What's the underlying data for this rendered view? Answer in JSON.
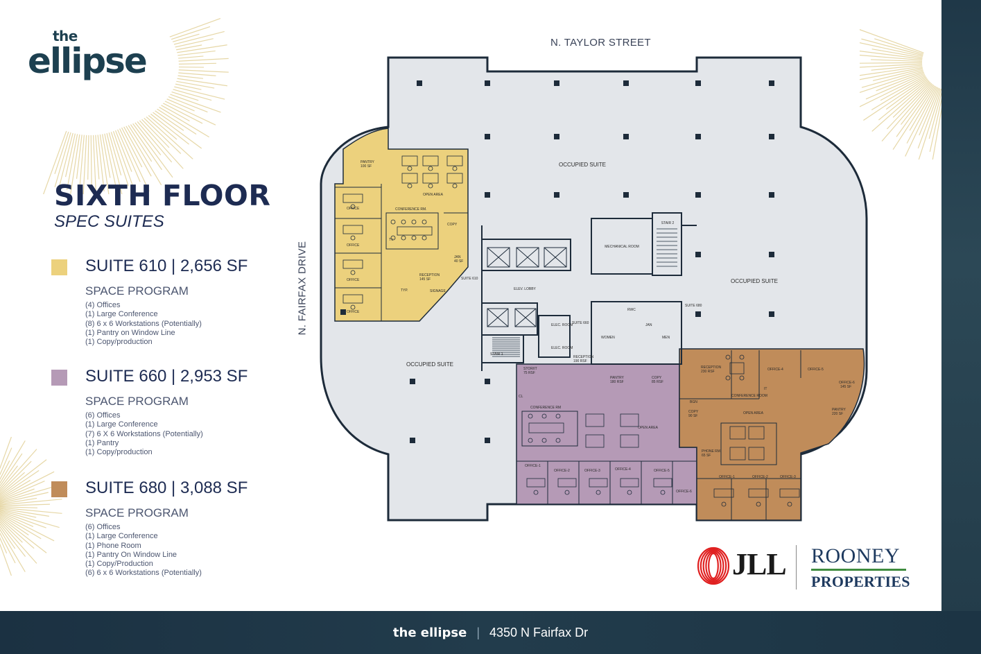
{
  "brand": {
    "logo_small": "the",
    "logo_main": "ellipse",
    "accent_color": "#1d4050",
    "sunburst_color": "#e6d7a6"
  },
  "heading": {
    "title": "SIXTH FLOOR",
    "subtitle": "SPEC SUITES"
  },
  "suites": [
    {
      "title": "SUITE 610 | 2,656 SF",
      "color": "#ecd17d",
      "program_heading": "SPACE PROGRAM",
      "program": [
        "(4) Offices",
        "(1) Large Conference",
        "(8) 6 x 6 Workstations (Potentially)",
        "(1) Pantry on Window Line",
        "(1) Copy/production"
      ]
    },
    {
      "title": "SUITE 660 | 2,953 SF",
      "color": "#b59ab6",
      "program_heading": "SPACE PROGRAM",
      "program": [
        "(6) Offices",
        "(1) Large Conference",
        "(7) 6 X 6 Workstations (Potentially)",
        "(1) Pantry",
        "(1) Copy/production"
      ]
    },
    {
      "title": "SUITE 680 | 3,088 SF",
      "color": "#c08c5a",
      "program_heading": "SPACE PROGRAM",
      "program": [
        "(6) Offices",
        "(1) Large Conference",
        "(1) Phone Room",
        "(1) Pantry On Window Line",
        "(1) Copy/Production",
        "(6) 6 x 6 Workstations (Potentially)"
      ]
    }
  ],
  "streets": {
    "top": "N. TAYLOR STREET",
    "side": "N. FAIRFAX DRIVE"
  },
  "plan": {
    "labels": {
      "occupied_suite": "OCCUPIED SUITE",
      "elev_lobby": "ELEV. LOBBY",
      "mechanical_room": "MECHANICAL ROOM",
      "stair_1": "STAIR 1",
      "stair_2": "STAIR 2",
      "elec_room": "ELEC. ROOM",
      "women": "WOMEN",
      "men": "MEN",
      "jan": "JAN",
      "rwc": "RWC",
      "suite_610_door": "SUITE 610",
      "suite_660_door": "SUITE 660",
      "suite_680_door": "SUITE 680",
      "pantry_610": "PANTRY",
      "pantry_610_sf": "100 SF",
      "open_area": "OPEN AREA",
      "conference_rm": "CONFERENCE RM.",
      "copy": "COPY",
      "jan_610": "JAN",
      "jan_610_sf": "40 SF",
      "reception_610": "RECEPTION",
      "reception_610_sf": "145 SF",
      "signage": "SIGNAGE",
      "office": "OFFICE",
      "tv": "TV",
      "typ": "TYP.",
      "storage_it": "STOR/IT",
      "storage_it_sf": "75 RSF",
      "reception_660": "RECEPTION",
      "reception_660_sf": "190 RSF",
      "pantry_660": "PANTRY",
      "pantry_660_sf": "180 RSF",
      "copy_660": "COPY",
      "copy_660_sf": "85 RSF",
      "cl": "CL",
      "conference_rm_660": "CONFERENCE RM",
      "open_area_660": "OPEN AREA",
      "office_1": "OFFICE-1",
      "office_2": "OFFICE-2",
      "office_3": "OFFICE-3",
      "office_4": "OFFICE-4",
      "office_5": "OFFICE-5",
      "office_6": "OFFICE-6",
      "reception_680": "RECEPTION",
      "reception_680_sf": "230 RSF",
      "conference_room_680": "CONFERENCE ROOM",
      "bgn": "BGN",
      "copy_680": "COPY",
      "copy_680_sf": "90 SF",
      "open_area_680": "OPEN AREA",
      "pantry_680": "PANTRY",
      "pantry_680_sf": "220 SF",
      "phone_rm": "PHONE RM.",
      "phone_rm_sf": "65 SF",
      "office_6_sf": "145 SF",
      "it": "IT"
    },
    "colors": {
      "floor": "#e3e6ea",
      "wall": "#1d2b3a",
      "suite610": "#ecd17d",
      "suite660": "#b59ab6",
      "suite680": "#c08c5a"
    }
  },
  "partners": {
    "jll": "JLL",
    "jll_color": "#e02020",
    "rooney_line1": "ROONEY",
    "rooney_line2": "PROPERTIES"
  },
  "footer": {
    "name": "the ellipse",
    "separator": "|",
    "address": "4350 N Fairfax Dr"
  }
}
